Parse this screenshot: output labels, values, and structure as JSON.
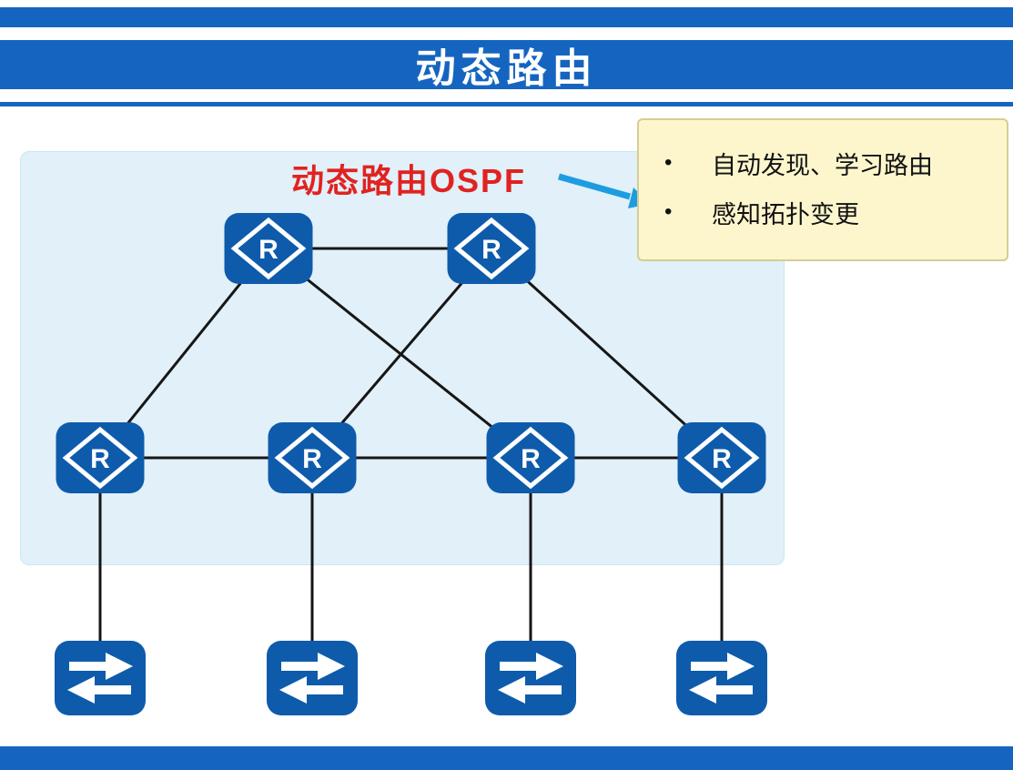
{
  "title": "动态路由",
  "diagram": {
    "panel_label": "动态路由OSPF",
    "router_glyph": "R",
    "routers": [
      "router-top-1",
      "router-top-2",
      "router-mid-1",
      "router-mid-2",
      "router-mid-3",
      "router-mid-4"
    ],
    "switches": [
      "switch-1",
      "switch-2",
      "switch-3",
      "switch-4"
    ]
  },
  "note": {
    "bullets": [
      "自动发现、学习路由",
      "感知拓扑变更"
    ]
  },
  "colors": {
    "band": "#1565c0",
    "node": "#0e5bab",
    "panel_bg": "#e1f0f9",
    "note_bg": "#fdf6cd",
    "label_red": "#e02320",
    "arrow_blue": "#1e9ce2",
    "line": "#161616"
  }
}
